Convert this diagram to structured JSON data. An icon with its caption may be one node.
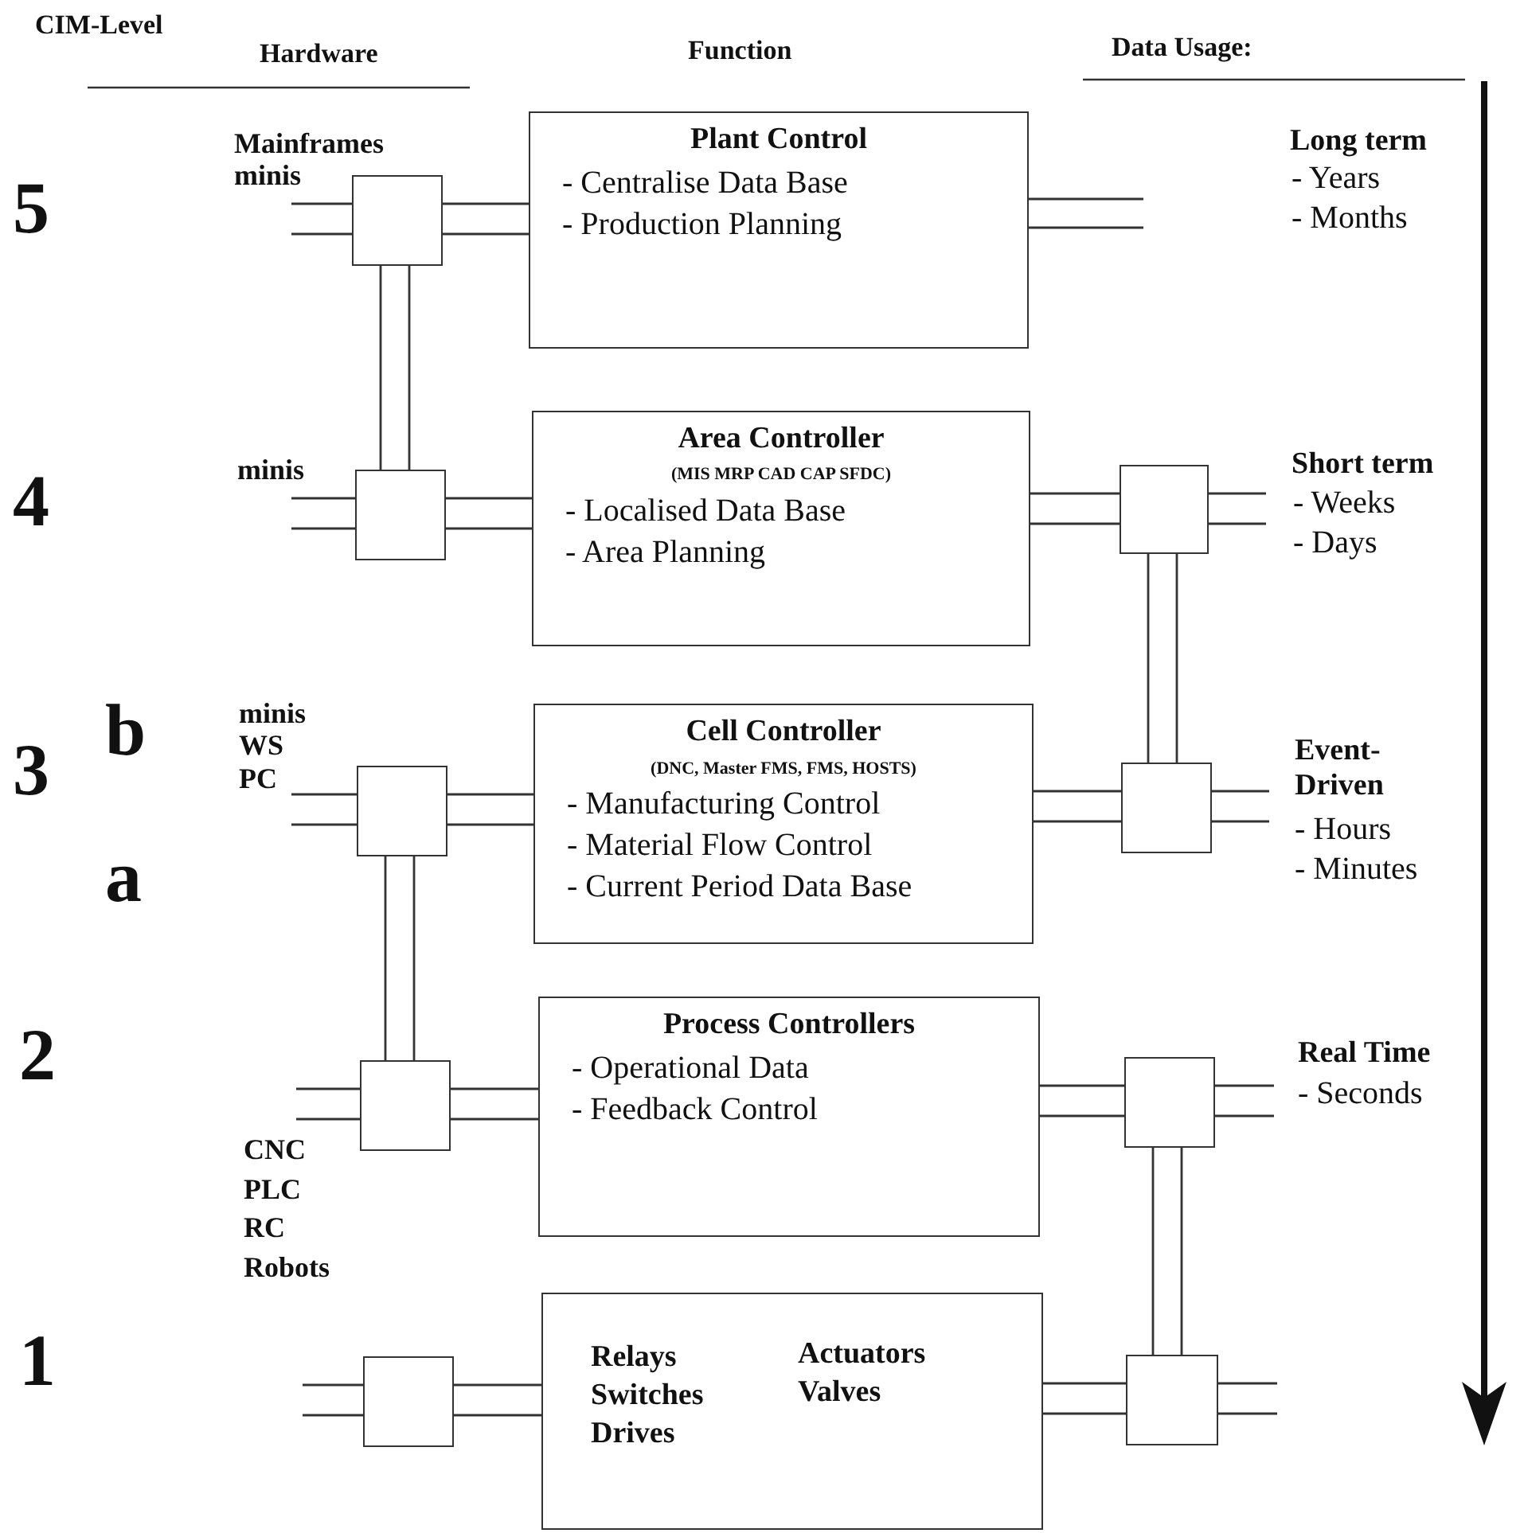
{
  "diagram": {
    "nodes": [
      {
        "text": [
          "Plant Control",
          "- Centralise Data Base",
          "- Production Planning"
        ]
      },
      {
        "text": [
          "Area Controller",
          "(MIS MRP CAD CAP SFDC)",
          "- Localised Data Base",
          "- Area Planning"
        ]
      },
      {
        "text": [
          "Cell Controller",
          "(DNC, Master FMS, FMS, HOSTS)",
          "- Manufacturing Control",
          "- Material Flow Control",
          "- Current Period Data Base"
        ]
      },
      {
        "text": [
          "Process Controllers",
          "- Operational Data",
          "- Feedback Control"
        ]
      },
      {
        "text": [
          "Relays Switches Drives",
          "Actuators Valves"
        ]
      },
      {
        "text": [],
        "shape": "box"
      },
      {
        "text": [],
        "shape": "box"
      },
      {
        "text": [],
        "shape": "box"
      },
      {
        "text": [],
        "shape": "box"
      },
      {
        "text": [],
        "shape": "box"
      },
      {
        "text": [],
        "shape": "box"
      },
      {
        "text": [],
        "shape": "box"
      },
      {
        "text": [],
        "shape": "box"
      },
      {
        "text": [],
        "shape": "box"
      }
    ],
    "edges": [
      {
        "from": 5,
        "to": 0,
        "arrow": "none"
      },
      {
        "from": 6,
        "to": 1,
        "arrow": "none"
      },
      {
        "from": 7,
        "to": 2,
        "arrow": "none"
      },
      {
        "from": 8,
        "to": 3,
        "arrow": "none"
      },
      {
        "from": 9,
        "to": 4,
        "arrow": "none"
      },
      {
        "from": 1,
        "to": 10,
        "arrow": "none"
      },
      {
        "from": 2,
        "to": 11,
        "arrow": "none"
      },
      {
        "from": 3,
        "to": 12,
        "arrow": "none"
      },
      {
        "from": 4,
        "to": 13,
        "arrow": "none"
      },
      {
        "from": 5,
        "to": 6,
        "arrow": "none"
      },
      {
        "from": 7,
        "to": 8,
        "arrow": "none"
      },
      {
        "from": 10,
        "to": 11,
        "arrow": "none"
      },
      {
        "from": 12,
        "to": 13,
        "arrow": "none"
      },
      {
        "from": null,
        "to": 5,
        "arrow": "none"
      },
      {
        "from": null,
        "to": 6,
        "arrow": "none"
      },
      {
        "from": null,
        "to": 7,
        "arrow": "none"
      },
      {
        "from": null,
        "to": 8,
        "arrow": "none"
      },
      {
        "from": null,
        "to": 9,
        "arrow": "none"
      },
      {
        "from": 0,
        "to": null,
        "arrow": "none"
      },
      {
        "from": 10,
        "to": null,
        "arrow": "none"
      },
      {
        "from": 11,
        "to": null,
        "arrow": "none"
      },
      {
        "from": 12,
        "to": null,
        "arrow": "none"
      },
      {
        "from": 13,
        "to": null,
        "arrow": "none"
      }
    ],
    "labels": [
      "CIM-Level",
      "Hardware",
      "Function",
      "Data Usage:",
      "Mainframes",
      "minis",
      "Long term",
      "- Years",
      "- Months",
      "5",
      "minis",
      "4",
      "Short term",
      "- Weeks",
      "- Days",
      "minis",
      "WS",
      "b",
      "PC",
      "3",
      "Event- Driven",
      "- Hours",
      "- Minutes",
      "a",
      "2",
      "Real Time",
      "- Seconds",
      "CNC",
      "PLC",
      "RC",
      "Robots",
      "1"
    ]
  }
}
